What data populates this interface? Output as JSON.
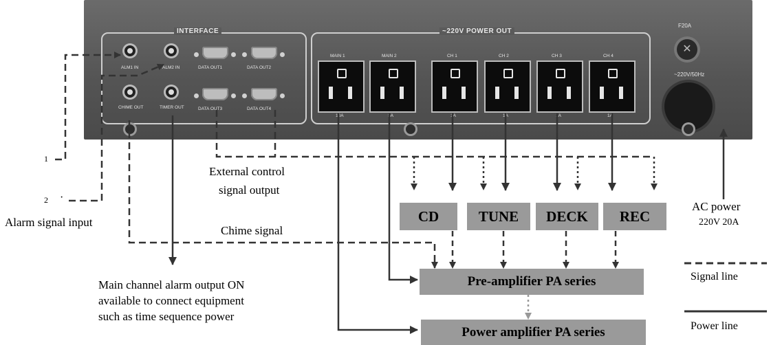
{
  "panel": {
    "interface_title": "INTERFACE",
    "power_title": "~220V POWER OUT",
    "jacks": {
      "alm1": "ALM1 IN",
      "alm2": "ALM2 IN",
      "chime": "CHIME OUT",
      "timer": "TIMER OUT"
    },
    "data_ports": [
      "DATA OUT1",
      "DATA OUT2",
      "DATA OUT3",
      "DATA OUT4"
    ],
    "outlets": [
      {
        "label": "MAIN 1",
        "rating": "10A"
      },
      {
        "label": "MAIN 2",
        "rating": "5A"
      },
      {
        "label": "CH 1",
        "rating": "1A"
      },
      {
        "label": "CH 2",
        "rating": "1A"
      },
      {
        "label": "CH 3",
        "rating": "1A"
      },
      {
        "label": "CH 4",
        "rating": "1A"
      }
    ],
    "fuse_label": "F20A",
    "ac_input_label": "~220V/50Hz"
  },
  "diagram": {
    "input_1": "1",
    "input_2": "2",
    "alarm_input": "Alarm signal input",
    "external_control": [
      "External control",
      "signal output"
    ],
    "chime_signal": "Chime signal",
    "main_alarm": [
      "Main channel alarm output ON",
      "available to connect equipment",
      "such as time sequence power"
    ],
    "ac_power": [
      "AC power",
      "220V 20A"
    ],
    "sources": [
      "CD",
      "TUNE",
      "DECK",
      "REC"
    ],
    "preamp": "Pre-amplifier PA series",
    "poweramp": "Power amplifier PA series"
  },
  "legend": {
    "signal": "Signal line",
    "power": "Power line"
  },
  "colors": {
    "panel": "#595959",
    "box": "#9a9a9a",
    "line": "#333333"
  }
}
